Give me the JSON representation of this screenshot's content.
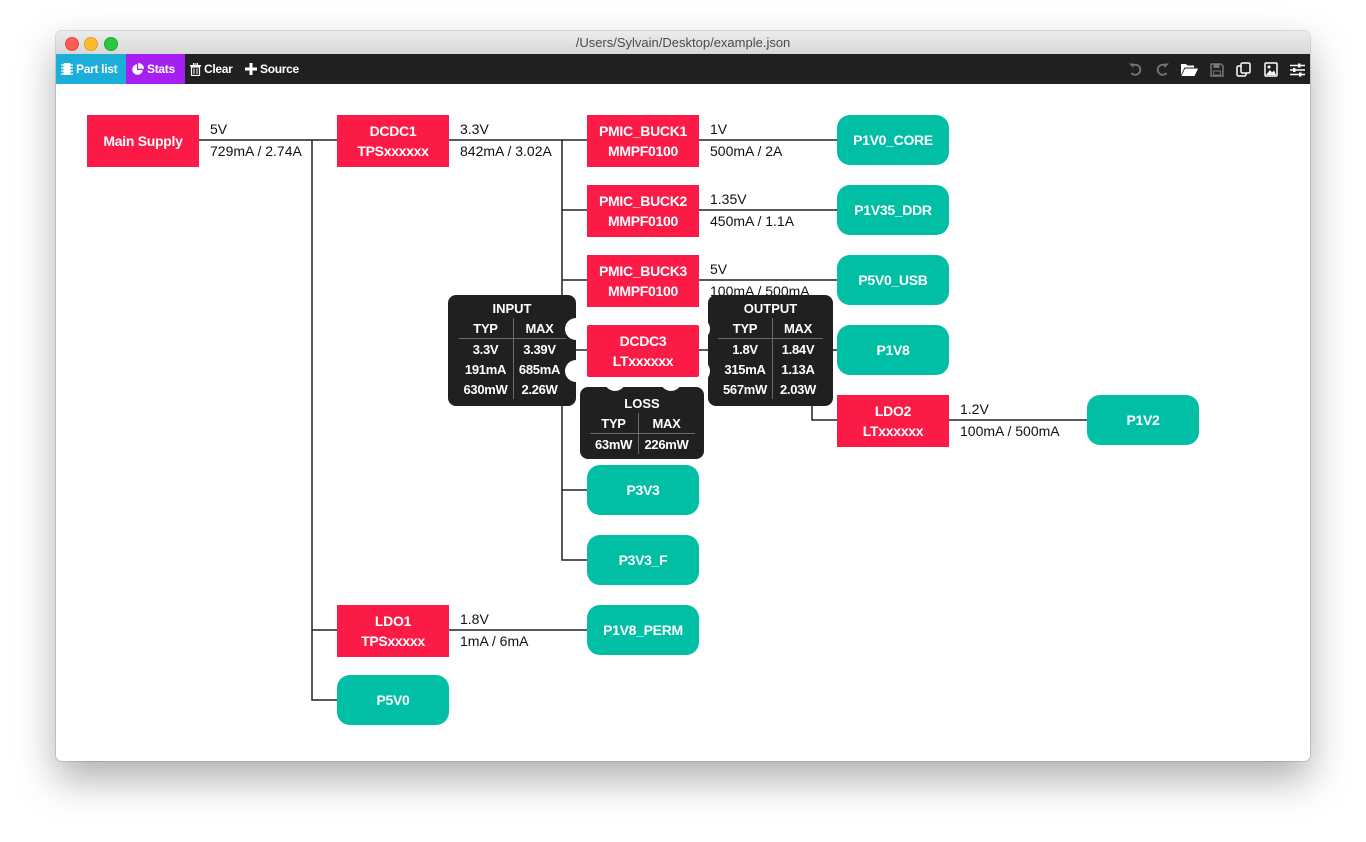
{
  "window": {
    "title": "/Users/Sylvain/Desktop/example.json"
  },
  "toolbar": {
    "part_list": "Part list",
    "stats": "Stats",
    "clear": "Clear",
    "source": "Source",
    "icons": [
      "undo-icon",
      "redo-icon",
      "folder-open-icon",
      "save-icon",
      "copy-icon",
      "image-icon",
      "settings-sliders-icon"
    ]
  },
  "nodes": {
    "main_supply": {
      "title": "Main Supply"
    },
    "dcdc1": {
      "title": "DCDC1",
      "part": "TPSxxxxxx"
    },
    "pmic_buck1": {
      "title": "PMIC_BUCK1",
      "part": "MMPF0100"
    },
    "pmic_buck2": {
      "title": "PMIC_BUCK2",
      "part": "MMPF0100"
    },
    "pmic_buck3": {
      "title": "PMIC_BUCK3",
      "part": "MMPF0100"
    },
    "dcdc3": {
      "title": "DCDC3",
      "part": "LTxxxxxx"
    },
    "ldo2": {
      "title": "LDO2",
      "part": "LTxxxxxx"
    },
    "ldo1": {
      "title": "LDO1",
      "part": "TPSxxxxx"
    },
    "p1v0_core": {
      "title": "P1V0_CORE"
    },
    "p1v35_ddr": {
      "title": "P1V35_DDR"
    },
    "p5v0_usb": {
      "title": "P5V0_USB"
    },
    "p1v8": {
      "title": "P1V8"
    },
    "p1v2": {
      "title": "P1V2"
    },
    "p3v3": {
      "title": "P3V3"
    },
    "p3v3_f": {
      "title": "P3V3_F"
    },
    "p1v8_perm": {
      "title": "P1V8_PERM"
    },
    "p5v0": {
      "title": "P5V0"
    }
  },
  "edges": {
    "main_supply": {
      "voltage": "5V",
      "current": "729mA / 2.74A"
    },
    "dcdc1": {
      "voltage": "3.3V",
      "current": "842mA / 3.02A"
    },
    "pmic_buck1": {
      "voltage": "1V",
      "current": "500mA / 2A"
    },
    "pmic_buck2": {
      "voltage": "1.35V",
      "current": "450mA / 1.1A"
    },
    "pmic_buck3": {
      "voltage": "5V",
      "current": "100mA / 500mA"
    },
    "ldo2": {
      "voltage": "1.2V",
      "current": "100mA / 500mA"
    },
    "ldo1": {
      "voltage": "1.8V",
      "current": "1mA / 6mA"
    }
  },
  "tooltip_dcdc3": {
    "input": {
      "title": "INPUT",
      "col_typ": "TYP",
      "col_max": "MAX",
      "rows": [
        [
          "3.3V",
          "3.39V"
        ],
        [
          "191mA",
          "685mA"
        ],
        [
          "630mW",
          "2.26W"
        ]
      ]
    },
    "output": {
      "title": "OUTPUT",
      "col_typ": "TYP",
      "col_max": "MAX",
      "rows": [
        [
          "1.8V",
          "1.84V"
        ],
        [
          "315mA",
          "1.13A"
        ],
        [
          "567mW",
          "2.03W"
        ]
      ]
    },
    "loss": {
      "title": "LOSS",
      "col_typ": "TYP",
      "col_max": "MAX",
      "rows": [
        [
          "63mW",
          "226mW"
        ]
      ]
    }
  },
  "colors": {
    "regulator": "#fc1a46",
    "rail": "#00bfa5",
    "part_list": "#1aaed8",
    "stats": "#a51ef2",
    "toolbar": "#202020",
    "tooltip": "#202020"
  }
}
